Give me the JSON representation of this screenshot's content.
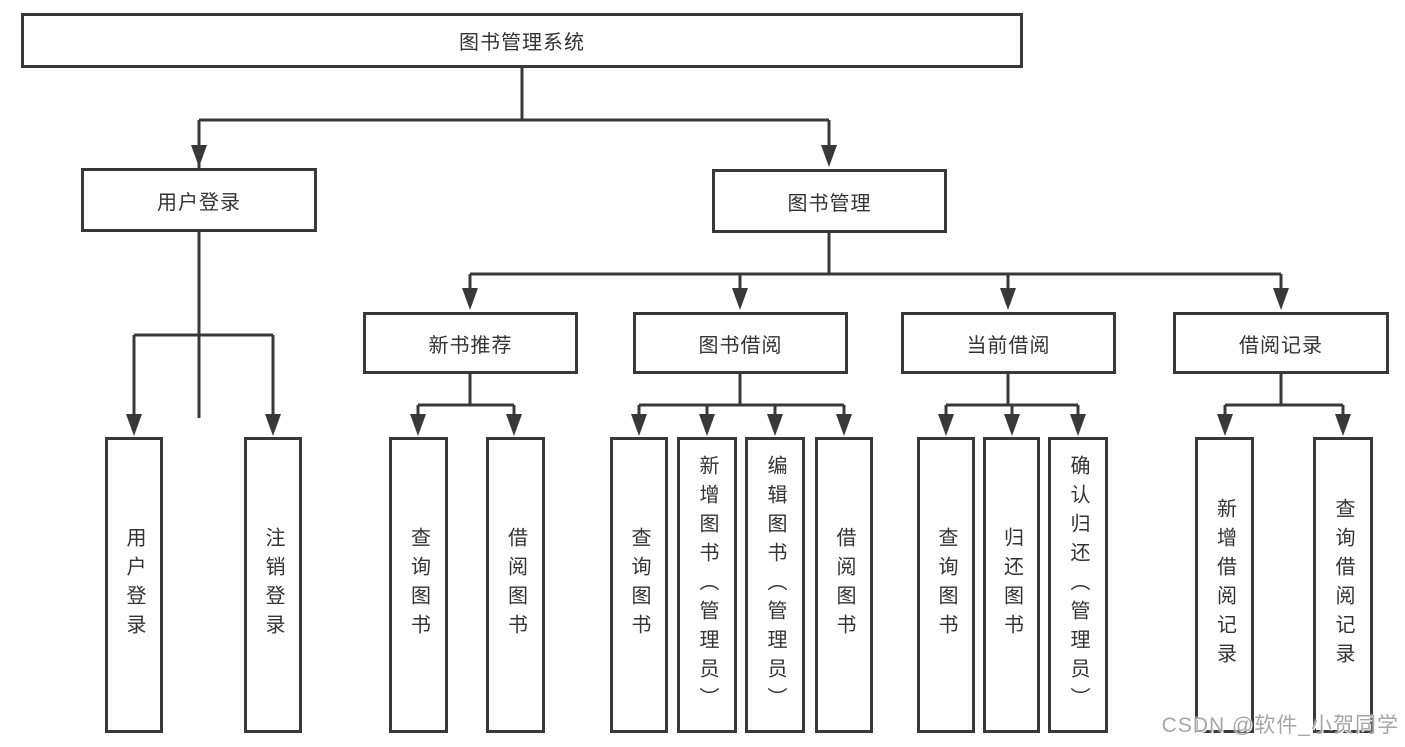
{
  "tree": {
    "root": {
      "label": "图书管理系统"
    },
    "branches": [
      {
        "label": "用户登录",
        "children": [
          {
            "label": "用户登录"
          },
          {
            "label": "注销登录"
          }
        ]
      },
      {
        "label": "图书管理",
        "groups": [
          {
            "label": "新书推荐",
            "children": [
              {
                "label": "查询图书"
              },
              {
                "label": "借阅图书"
              }
            ]
          },
          {
            "label": "图书借阅",
            "children": [
              {
                "label": "查询图书"
              },
              {
                "label": "新增图书（管理员）"
              },
              {
                "label": "编辑图书（管理员）"
              },
              {
                "label": "借阅图书"
              }
            ]
          },
          {
            "label": "当前借阅",
            "children": [
              {
                "label": "查询图书"
              },
              {
                "label": "归还图书"
              },
              {
                "label": "确认归还（管理员）"
              }
            ]
          },
          {
            "label": "借阅记录",
            "children": [
              {
                "label": "新增借阅记录"
              },
              {
                "label": "查询借阅记录"
              }
            ]
          }
        ]
      }
    ]
  },
  "watermark": {
    "text": "CSDN @软件_小贺同学"
  },
  "colors": {
    "line": "#383838",
    "text": "#333333",
    "watermark": "#a6a6a6",
    "background": "#ffffff"
  }
}
